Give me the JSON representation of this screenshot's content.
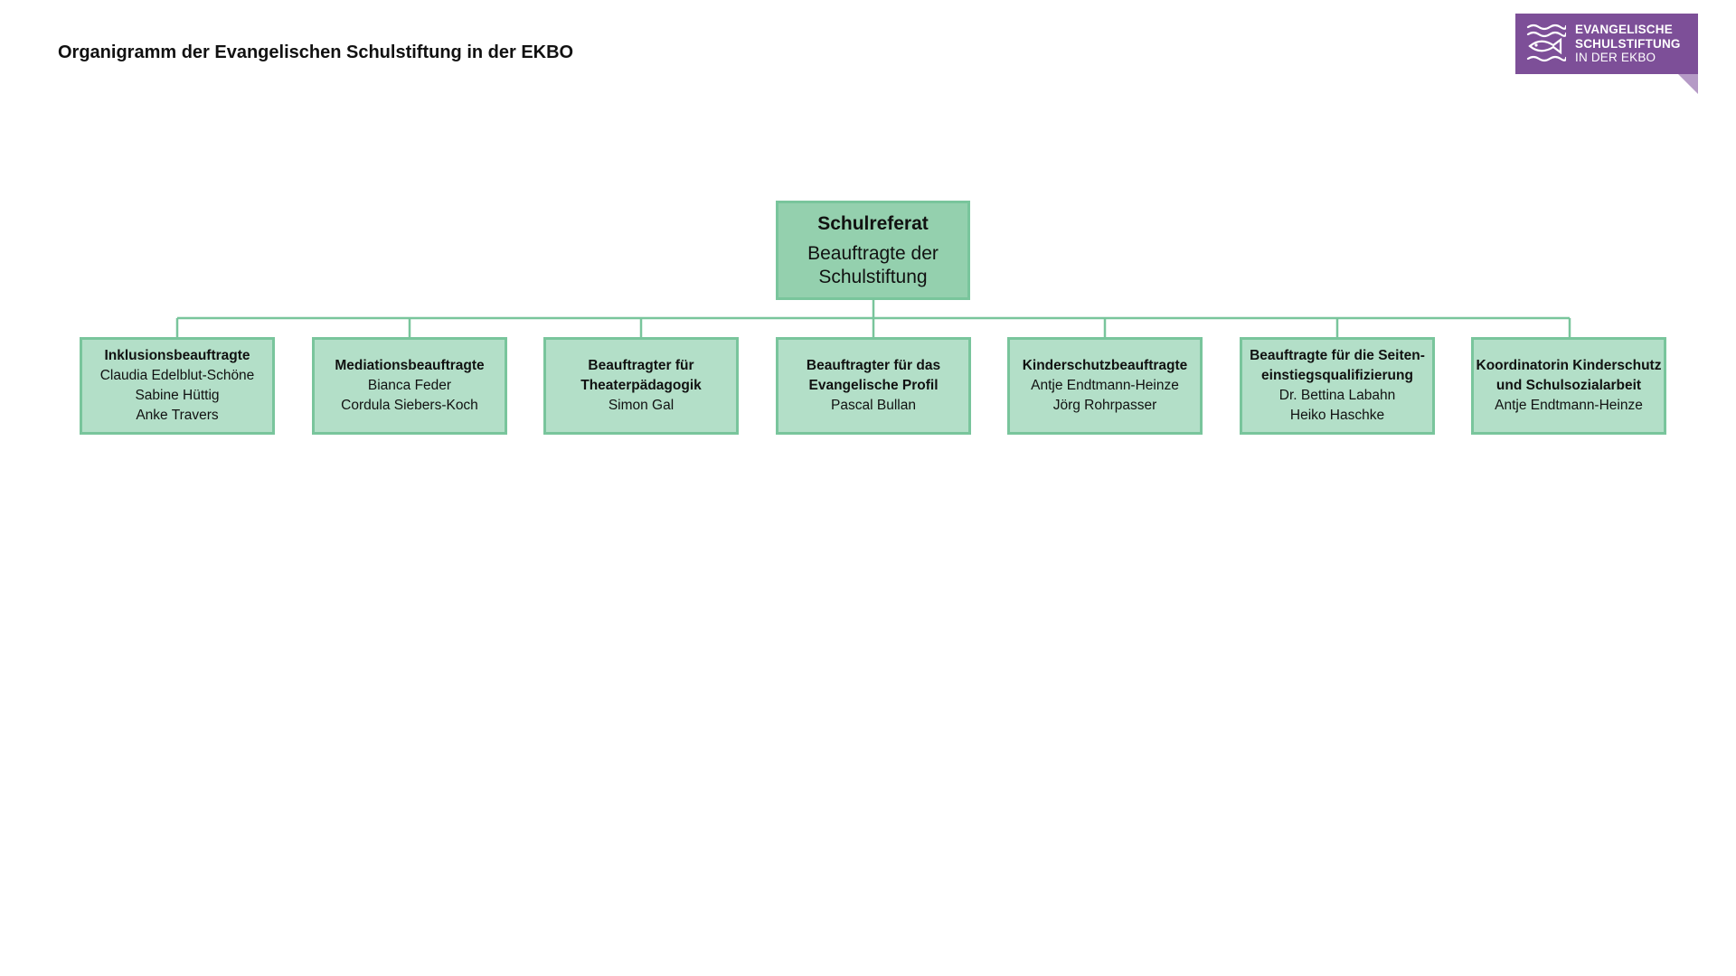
{
  "title": "Organigramm der Evangelischen Schulstiftung in der EKBO",
  "logo": {
    "line1": "EVANGELISCHE",
    "line2": "SCHULSTIFTUNG",
    "line3": "IN DER EKBO",
    "icon": "fish-waves-icon",
    "color": "#7d4f98"
  },
  "colors": {
    "box_fill": "#b3dfc8",
    "root_fill": "#94d0ae",
    "border": "#79c59c"
  },
  "root": {
    "title": "Schulreferat",
    "subtitle": "Beauftragte der\nSchulstiftung"
  },
  "units": [
    {
      "role": "Inklusionsbeauftragte",
      "people": [
        "Claudia Edelblut-Schöne",
        "Sabine Hüttig",
        "Anke Travers"
      ]
    },
    {
      "role": "Mediationsbeauftragte",
      "people": [
        "Bianca Feder",
        "Cordula Siebers-Koch"
      ]
    },
    {
      "role": "Beauftragter für\nTheaterpädagogik",
      "people": [
        "Simon Gal"
      ]
    },
    {
      "role": "Beauftragter für das\nEvangelische Profil",
      "people": [
        "Pascal Bullan"
      ]
    },
    {
      "role": "Kinderschutzbeauftragte",
      "people": [
        "Antje Endtmann-Heinze",
        "Jörg Rohrpasser"
      ]
    },
    {
      "role": "Beauftragte für die Seiten-\neinstiegsqualifizierung",
      "people": [
        "Dr. Bettina Labahn",
        "Heiko Haschke"
      ]
    },
    {
      "role": "Koordinatorin Kinderschutz\nund Schulsozialarbeit",
      "people": [
        "Antje Endtmann-Heinze"
      ]
    }
  ]
}
